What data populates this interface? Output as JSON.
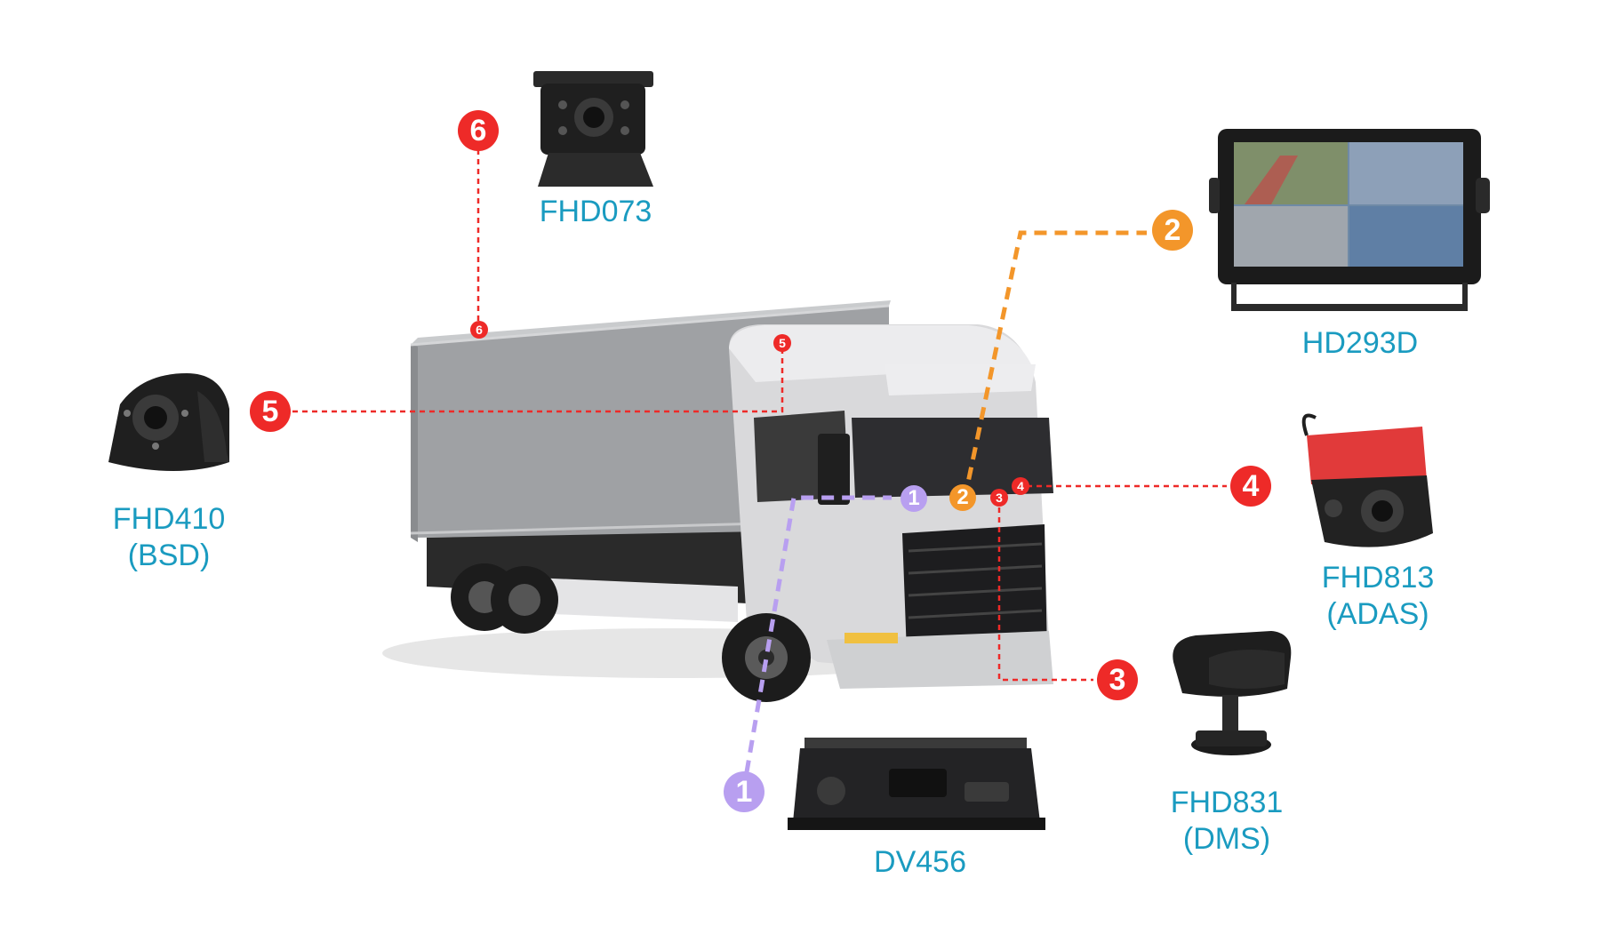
{
  "colors": {
    "label": "#1a9bc0",
    "red": "#ee2a28",
    "orange": "#f3962a",
    "purple": "#b89ff0"
  },
  "devices": {
    "fhd073": "FHD073",
    "hd293d": "HD293D",
    "fhd410_line1": "FHD410",
    "fhd410_line2": "(BSD)",
    "fhd813_line1": "FHD813",
    "fhd813_line2": "(ADAS)",
    "fhd831_line1": "FHD831",
    "fhd831_line2": "(DMS)",
    "dv456": "DV456"
  },
  "markers": {
    "one": "1",
    "two": "2",
    "three": "3",
    "four": "4",
    "five": "5",
    "six": "6"
  }
}
